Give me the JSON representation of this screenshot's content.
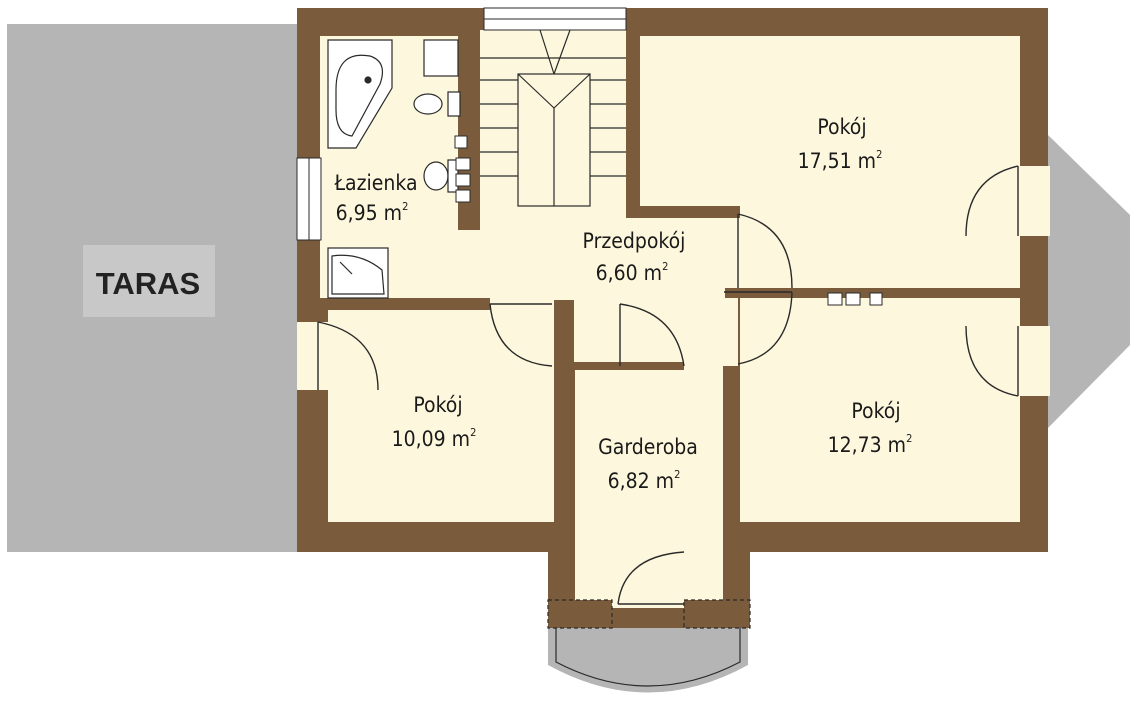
{
  "colors": {
    "wall": "#7a5c3c",
    "floor": "#fdf8dd",
    "terrace": "#b5b5b5",
    "terrace_dark": "#a0a0a0",
    "terrace_label_bg": "#c8c8c8",
    "line": "#2a2a2a"
  },
  "terrace": {
    "name": "TARAS"
  },
  "rooms": {
    "bathroom": {
      "name": "Łazienka",
      "area": "6,95 m",
      "unit_sup": "2"
    },
    "hall": {
      "name": "Przedpokój",
      "area": "6,60 m",
      "unit_sup": "2"
    },
    "room_ne": {
      "name": "Pokój",
      "area": "17,51 m",
      "unit_sup": "2"
    },
    "room_sw": {
      "name": "Pokój",
      "area": "10,09 m",
      "unit_sup": "2"
    },
    "wardrobe": {
      "name": "Garderoba",
      "area": "6,82 m",
      "unit_sup": "2"
    },
    "room_se": {
      "name": "Pokój",
      "area": "12,73 m",
      "unit_sup": "2"
    }
  }
}
